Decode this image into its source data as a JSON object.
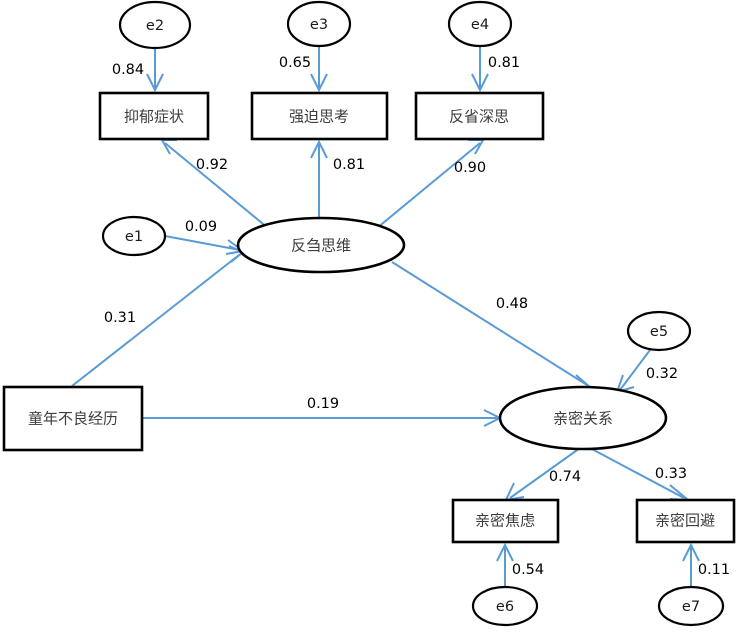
{
  "diagram": {
    "type": "structural-equation-model-path-diagram",
    "background_color": "#ffffff",
    "node_stroke_color": "#000000",
    "edge_color": "#5b9bd5",
    "label_color": "#3d3d3d",
    "observed_nodes": [
      {
        "id": "depressive",
        "label": "抑郁症状",
        "shape": "rectangle"
      },
      {
        "id": "obsessive",
        "label": "强迫思考",
        "shape": "rectangle"
      },
      {
        "id": "reflective",
        "label": "反省深思",
        "shape": "rectangle"
      },
      {
        "id": "childhood",
        "label": "童年不良经历",
        "shape": "rectangle"
      },
      {
        "id": "intimacy-anxiety",
        "label": "亲密焦虑",
        "shape": "rectangle"
      },
      {
        "id": "intimacy-avoidance",
        "label": "亲密回避",
        "shape": "rectangle"
      }
    ],
    "latent_nodes": [
      {
        "id": "rumination",
        "label": "反刍思维",
        "shape": "ellipse"
      },
      {
        "id": "intimate-relationship",
        "label": "亲密关系",
        "shape": "ellipse"
      }
    ],
    "error_nodes": [
      {
        "id": "e1",
        "label": "e1",
        "shape": "ellipse"
      },
      {
        "id": "e2",
        "label": "e2",
        "shape": "ellipse"
      },
      {
        "id": "e3",
        "label": "e3",
        "shape": "ellipse"
      },
      {
        "id": "e4",
        "label": "e4",
        "shape": "ellipse"
      },
      {
        "id": "e5",
        "label": "e5",
        "shape": "ellipse"
      },
      {
        "id": "e6",
        "label": "e6",
        "shape": "ellipse"
      },
      {
        "id": "e7",
        "label": "e7",
        "shape": "ellipse"
      }
    ],
    "edges": [
      {
        "id": "e2-depressive",
        "from": "e2",
        "to": "depressive",
        "coefficient": "0.84"
      },
      {
        "id": "e3-obsessive",
        "from": "e3",
        "to": "obsessive",
        "coefficient": "0.65"
      },
      {
        "id": "e4-reflective",
        "from": "e4",
        "to": "reflective",
        "coefficient": "0.81"
      },
      {
        "id": "rumination-depressive",
        "from": "rumination",
        "to": "depressive",
        "coefficient": "0.92"
      },
      {
        "id": "rumination-obsessive",
        "from": "rumination",
        "to": "obsessive",
        "coefficient": "0.81"
      },
      {
        "id": "rumination-reflective",
        "from": "rumination",
        "to": "reflective",
        "coefficient": "0.90"
      },
      {
        "id": "e1-rumination",
        "from": "e1",
        "to": "rumination",
        "coefficient": "0.09"
      },
      {
        "id": "childhood-rumination",
        "from": "childhood",
        "to": "rumination",
        "coefficient": "0.31"
      },
      {
        "id": "rumination-intimate",
        "from": "rumination",
        "to": "intimate-relationship",
        "coefficient": "0.48"
      },
      {
        "id": "childhood-intimate",
        "from": "childhood",
        "to": "intimate-relationship",
        "coefficient": "0.19"
      },
      {
        "id": "e5-intimate",
        "from": "e5",
        "to": "intimate-relationship",
        "coefficient": "0.32"
      },
      {
        "id": "intimate-anxiety",
        "from": "intimate-relationship",
        "to": "intimacy-anxiety",
        "coefficient": "0.74"
      },
      {
        "id": "intimate-avoidance",
        "from": "intimate-relationship",
        "to": "intimacy-avoidance",
        "coefficient": "0.33"
      },
      {
        "id": "e6-anxiety",
        "from": "e6",
        "to": "intimacy-anxiety",
        "coefficient": "0.54"
      },
      {
        "id": "e7-avoidance",
        "from": "e7",
        "to": "intimacy-avoidance",
        "coefficient": "0.11"
      }
    ]
  }
}
